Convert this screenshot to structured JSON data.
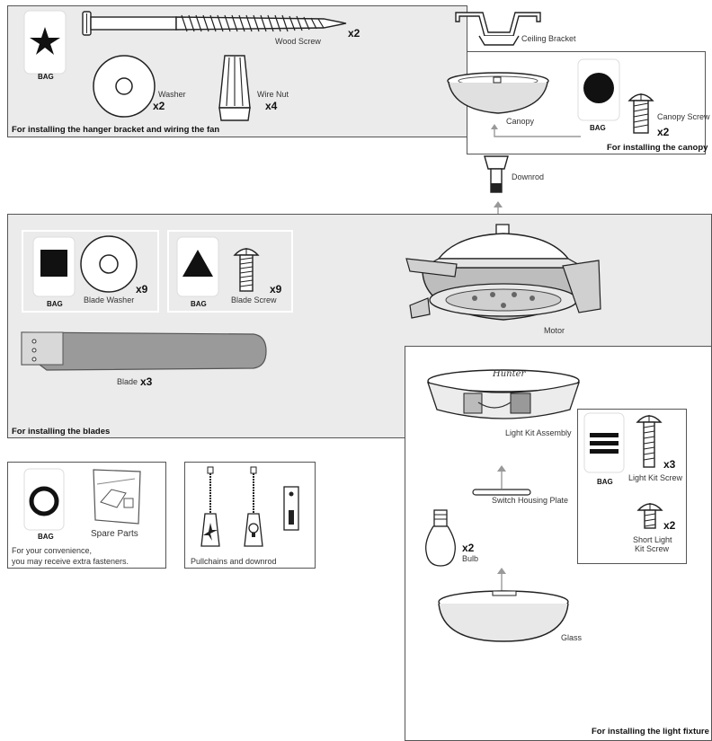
{
  "hanger": {
    "caption": "For installing the hanger bracket and wiring the fan",
    "bag": "BAG",
    "wood_screw": "Wood Screw",
    "wood_screw_qty": "x2",
    "washer": "Washer",
    "washer_qty": "x2",
    "wire_nut": "Wire Nut",
    "wire_nut_qty": "x4"
  },
  "ceiling_bracket": "Ceiling Bracket",
  "canopy": {
    "label": "Canopy",
    "bag": "BAG",
    "screw": "Canopy Screw",
    "screw_qty": "x2",
    "caption": "For installing the canopy"
  },
  "downrod": "Downrod",
  "blades": {
    "caption": "For installing the blades",
    "bag1": "BAG",
    "washer": "Blade Washer",
    "washer_qty": "x9",
    "bag2": "BAG",
    "screw": "Blade Screw",
    "screw_qty": "x9",
    "blade": "Blade",
    "blade_qty": "x3"
  },
  "motor": "Motor",
  "spare": {
    "bag": "BAG",
    "label": "Spare Parts",
    "note1": "For your convenience,",
    "note2": "you may receive extra fasteners."
  },
  "pullchains": "Pullchains and downrod",
  "light": {
    "logo": "Hunter",
    "assembly": "Light Kit Assembly",
    "switch_plate": "Switch Housing Plate",
    "bag": "BAG",
    "kit_screw": "Light Kit Screw",
    "kit_screw_qty": "x3",
    "short1": "Short Light",
    "short2": "Kit Screw",
    "short_qty": "x2",
    "bulb": "Bulb",
    "bulb_qty": "x2",
    "glass": "Glass",
    "caption": "For installing the light fixture"
  }
}
